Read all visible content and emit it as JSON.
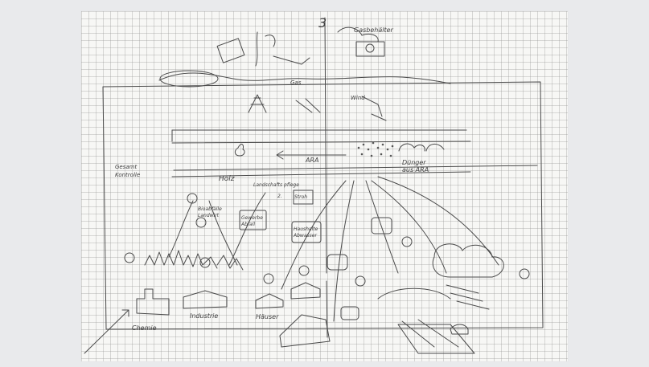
{
  "sheet": {
    "page_number": "3"
  },
  "labels": {
    "top_right": "Gasbehälter",
    "gas": "Gas",
    "wind": "Wind",
    "ara": "ARA",
    "duenger": "Dünger",
    "aus_ara": "aus ARA",
    "holz": "Holz",
    "landschaftspflege": "Landschafts pflege",
    "stroh": "Stroh",
    "number_2": "2.",
    "gesamt_kontrolle_l1": "Gesamt",
    "gesamt_kontrolle_l2": "Kontrolle",
    "bio_l1": "Bioabfälle",
    "bio_l2": "Landwirt",
    "gewerbe_l1": "Gewerbe",
    "gewerbe_l2": "Abfall",
    "haushalt_l1": "Haushalte",
    "haushalt_l2": "Abwasser",
    "chemie": "Chemie",
    "industrie": "Industrie",
    "haeuser": "Häuser"
  }
}
